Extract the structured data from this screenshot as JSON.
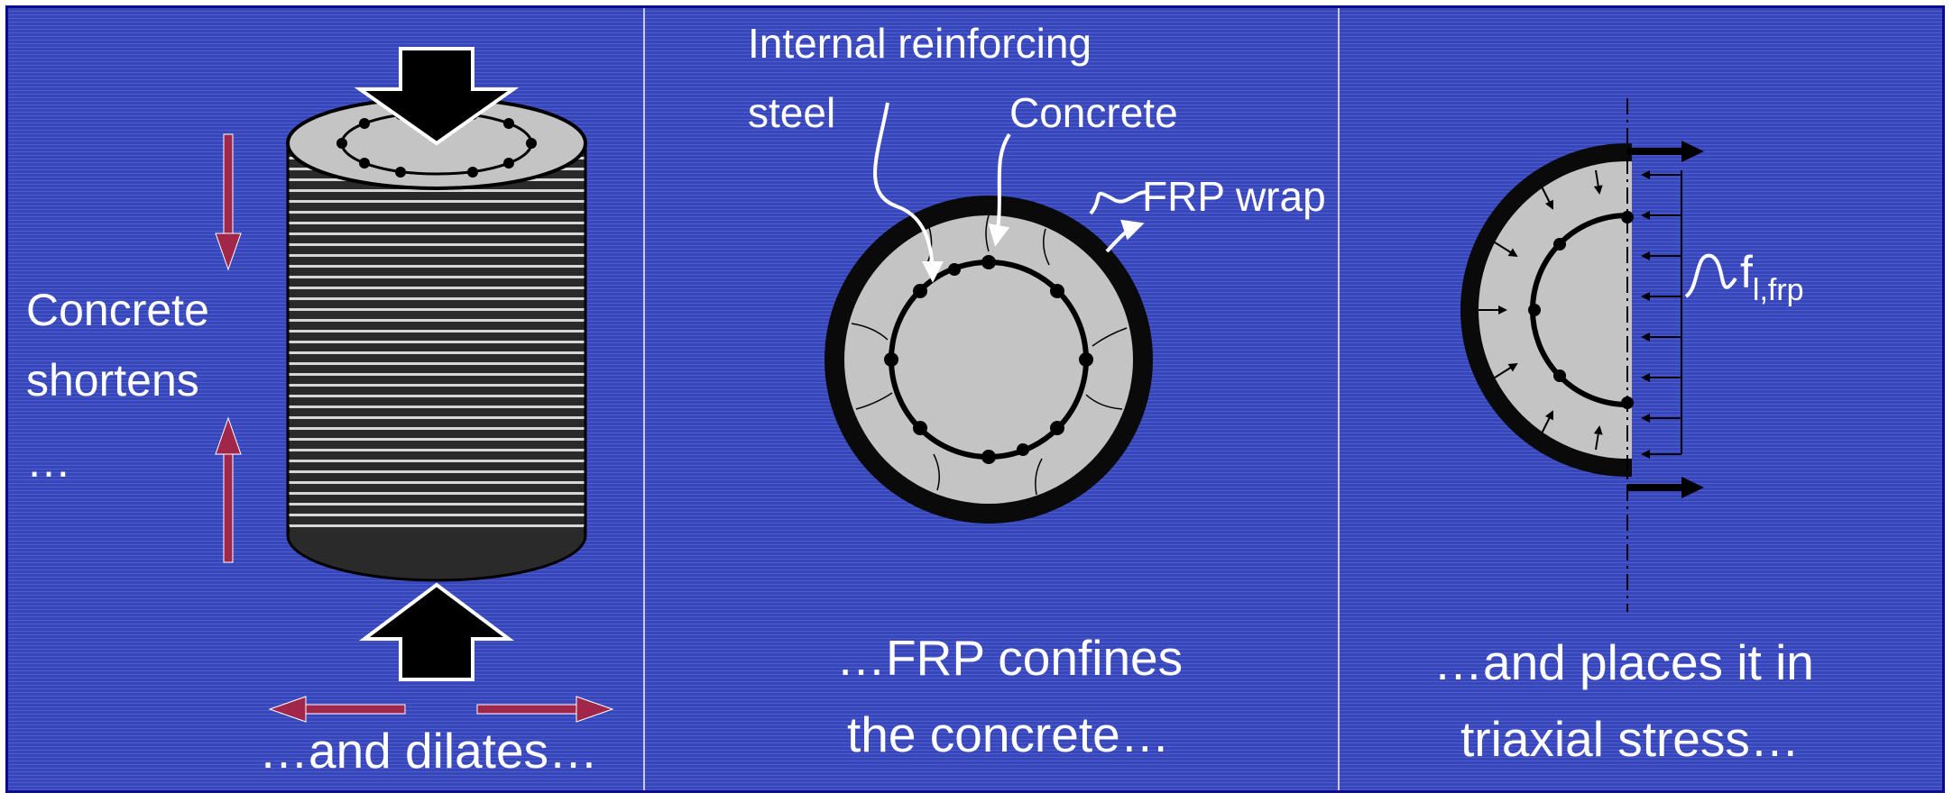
{
  "panel1": {
    "side_label_line1": "Concrete",
    "side_label_line2": "shortens",
    "side_label_line3": "…",
    "caption": "…and dilates…"
  },
  "panel2": {
    "label_steel_line1": "Internal reinforcing",
    "label_steel_line2": "steel",
    "label_concrete": "Concrete",
    "label_frp": "FRP wrap",
    "caption_line1": "…FRP confines",
    "caption_line2": "the concrete…"
  },
  "panel3": {
    "pressure_symbol": "f",
    "pressure_subscript": "l,frp",
    "caption_line1": "…and places it in",
    "caption_line2": "triaxial stress…"
  },
  "colors": {
    "background": "#3a4bc4",
    "arrow_red": "#a0264a",
    "concrete_grey": "#c4c4c4",
    "frp_black": "#0a0a0a"
  }
}
